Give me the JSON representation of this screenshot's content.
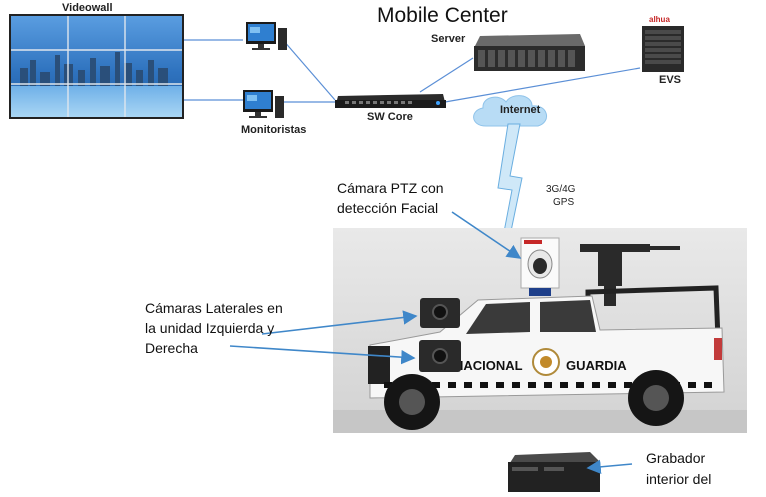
{
  "title": "Mobile Center",
  "nodes": {
    "videowall": "Videowall",
    "monitoristas": "Monitoristas",
    "server": "Server",
    "sw_core": "SW Core",
    "evs": "EVS",
    "internet": "Internet",
    "network": "3G/4G\nGPS",
    "network_line1": "3G/4G",
    "network_line2": "GPS",
    "evs_brand": "alhua"
  },
  "annotations": {
    "ptz_line1": "Cámara PTZ con",
    "ptz_line2": "detección Facial",
    "lateral_line1": "Cámaras Laterales en",
    "lateral_line2": "la unidad Izquierda y",
    "lateral_line3": "Derecha",
    "recorder_line1": "Grabador",
    "recorder_line2": "interior del"
  },
  "vehicle": {
    "text_left": "NACIONAL",
    "text_right": "GUARDIA"
  },
  "colors": {
    "link": "#5b8fd6",
    "arrow": "#3f87c9",
    "cloud": "#b8dcf5",
    "bolt": "#cfe8f8",
    "sky": "#3b7fc4"
  }
}
